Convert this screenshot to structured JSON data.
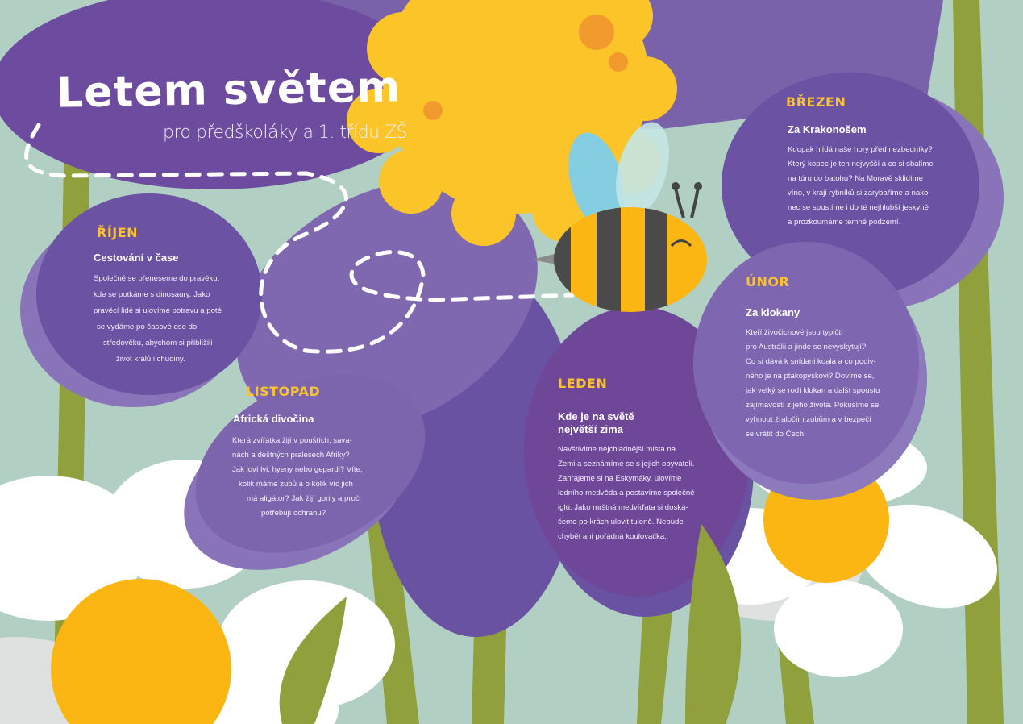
{
  "title": "Letem světem",
  "subtitle": "pro předškoláky a 1. třídu ZŠ",
  "colors": {
    "background": "#b2cfc4",
    "petal_dark": "#6b52a3",
    "petal_light": "#8a74b9",
    "flower_center": "#fbc52a",
    "heading": "#f9c22e",
    "stem": "#8fa03c"
  },
  "sections": {
    "rijen": {
      "month": "ŘÍJEN",
      "title": "Cestování v čase",
      "lines": [
        "Společně se přeneseme do pravěku,",
        "kde se potkáme s dinosaury. Jako",
        "pravěcí lidé si ulovíme potravu a poté",
        "se vydáme po časové ose do",
        "středověku, abychom si přiblížili",
        "život králů i chudiny."
      ]
    },
    "listopad": {
      "month": "LISTOPAD",
      "title": "Africká divočina",
      "lines": [
        "Která zvířátka žijí v pouštích, sava-",
        "nách a deštných pralesech Afriky?",
        "Jak loví lvi, hyeny nebo gepardi? Víte,",
        "kolik máme zubů a o kolik víc jich",
        "má aligátor? Jak žijí gorily a proč",
        "potřebují ochranu?"
      ]
    },
    "leden": {
      "month": "LEDEN",
      "title_1": "Kde je na světě",
      "title_2": "největší zima",
      "lines": [
        "Navštívíme nejchladnější místa na",
        "Zemi a seznámíme se s jejich obyvateli.",
        "Zahrajeme si na Eskymáky, ulovíme",
        "ledního medvěda a postavíme společně",
        "iglú. Jako mrštná medvíďata si doská-",
        "čeme po krách ulovit tuleně. Nebude",
        "chybět ani pořádná koulovačka."
      ]
    },
    "unor": {
      "month": "ÚNOR",
      "title": "Za klokany",
      "lines": [
        "Kteří živočichové jsou typičtí",
        "pro Austrálii a jinde se nevyskytují?",
        "Co si dává k snídani koala a co podiv-",
        "ného je na ptakopyskovi? Dovíme se,",
        "jak velký se rodí klokan a další spoustu",
        "zajímavostí z jeho života. Pokusíme se",
        "vyhnout žraločím zubům a v bezpečí",
        "se vrátit do Čech."
      ]
    },
    "brezen": {
      "month": "BŘEZEN",
      "title": "Za Krakonošem",
      "lines": [
        "Kdopak hlídá naše hory před nezbedníky?",
        "Který kopec je ten nejvyšší a co si sbalíme",
        "na túru do batohu? Na Moravě sklidíme",
        "víno, v kraji rybníků si zarybaříme a nako-",
        "nec se spustíme i do té nejhlubší jeskyně",
        "a prozkoumáme temné podzemí."
      ]
    }
  }
}
